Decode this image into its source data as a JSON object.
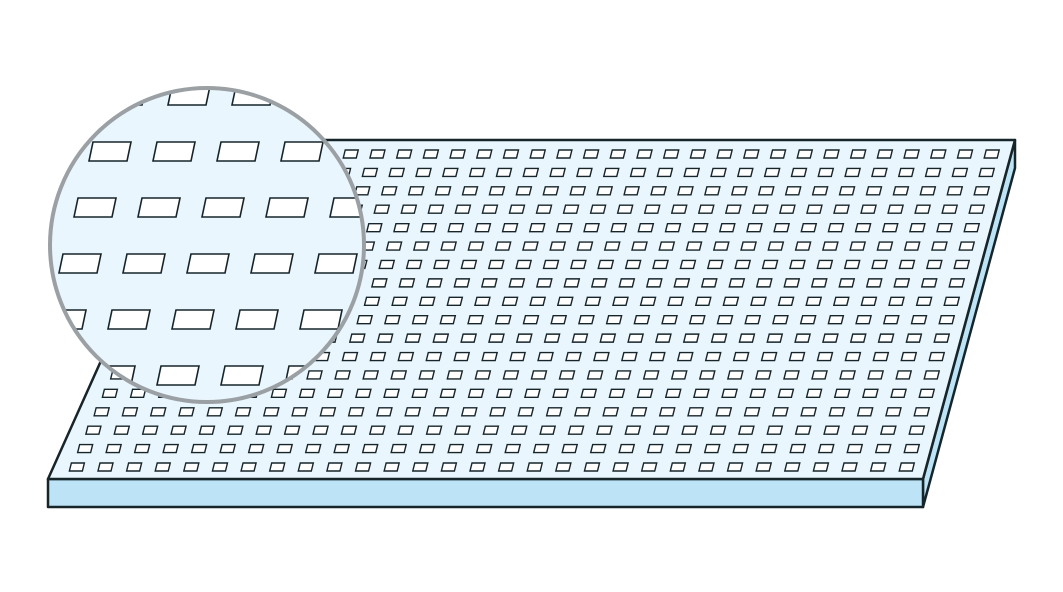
{
  "diagram": {
    "subject": "perforated-sheet",
    "grid": {
      "rows": 18,
      "columns": 30
    },
    "magnifier": {
      "rows": 6,
      "columns": 5
    }
  },
  "colors": {
    "sheet_top": "#eaf6fd",
    "sheet_edge": "#bde3f7",
    "outline": "#16252a",
    "magnifier_fill": "#eaf6fd",
    "magnifier_ring": "#9aa0a4",
    "background": "#ffffff"
  }
}
